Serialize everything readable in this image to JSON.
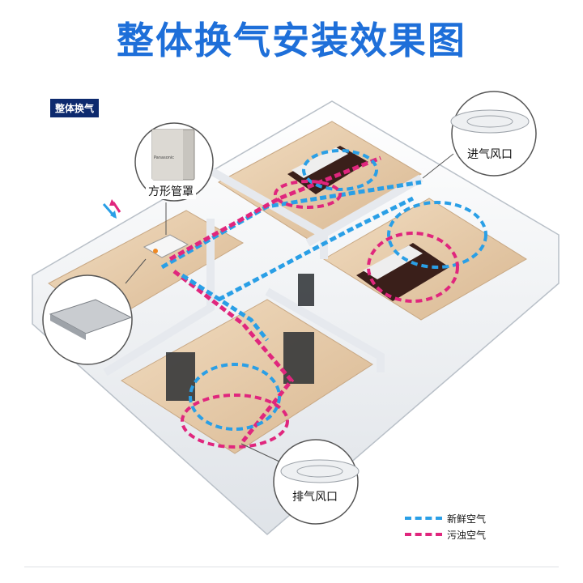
{
  "title": "整体换气安装效果图",
  "tag": "整体换气",
  "brand_label": "Panasonic",
  "callouts": {
    "square_duct": "方形管罩",
    "intake": "进气风口",
    "exhaust": "排气风口"
  },
  "legend": [
    {
      "label": "新鲜空气",
      "color": "#2a9fe6"
    },
    {
      "label": "污浊空气",
      "color": "#e0267d"
    }
  ],
  "colors": {
    "title": "#1e6fd9",
    "tag_bg": "#0d2a6e",
    "fresh_air": "#2a9fe6",
    "stale_air": "#e0267d",
    "floor": "#e8cfb0",
    "wall": "#f2f4f6"
  }
}
